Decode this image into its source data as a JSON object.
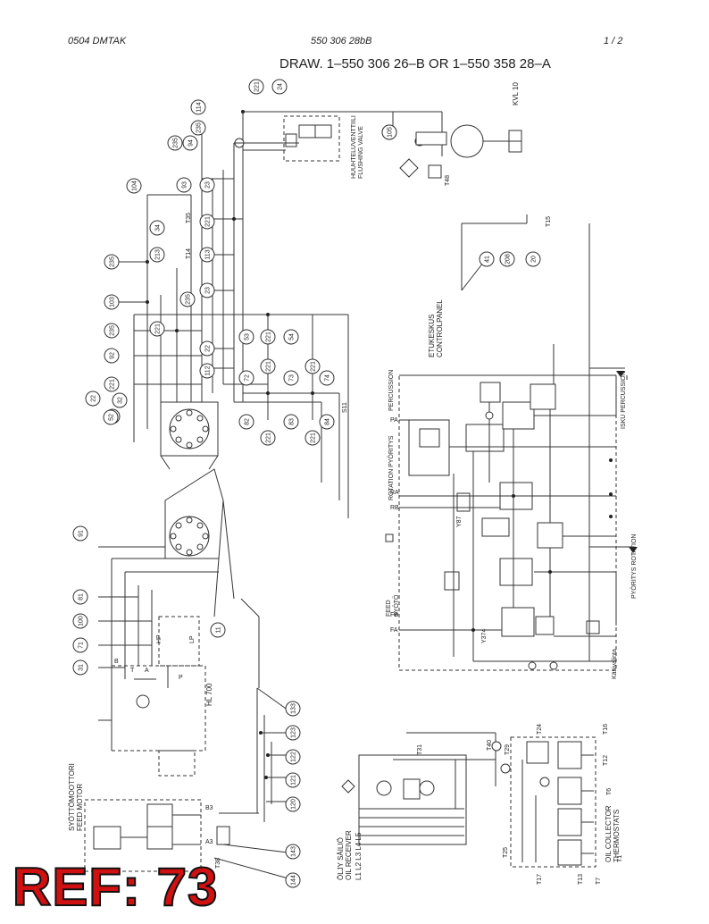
{
  "header": {
    "left": "0504  DMTAK",
    "center": "550 306 28bB",
    "right": "1 /  2"
  },
  "title": "DRAW. 1–550 306 26–B OR 1–550 358 28–A",
  "ref_stamp": "REF: 73",
  "labels": {
    "flush_fi": "HUUHTELUVENTTIILI",
    "flush_en": "FLUSHING VALVE",
    "kvl": "KVL 10",
    "control_fi": "ETUKESKUS",
    "control_en": "CONTROLPANEL",
    "percussion_fi_en": "ISKU PERCUSSION",
    "rotation_fi_en": "PYÖRITYS ROTATION",
    "rotation2": "ROTATION PYÖRITYS",
    "feed": "FEED",
    "feed2": "SYÖTÖ",
    "motor_fi": "SYÖTTÖMOOTTORI",
    "motor_en": "FEED MOTOR",
    "oil_fi": "ÖLJY SÄILIÖ",
    "oil_en": "OIL RECEIVER",
    "oil_ports": "L1 L2 L3 L4 L5",
    "collector": "OIL COLLECTOR",
    "thermostats": "THERMOSTATS",
    "hl": "HL 700",
    "hp": "HP",
    "lp": "LP",
    "percussion_small": "PERCUSSION",
    "manual": "Käsivalinta"
  },
  "bubbles": [
    "221",
    "24",
    "114",
    "235",
    "235",
    "94",
    "93",
    "23",
    "104",
    "221",
    "34",
    "213",
    "113",
    "235",
    "23",
    "235",
    "103",
    "221",
    "235",
    "22",
    "92",
    "109",
    "221",
    "112",
    "22",
    "53",
    "221",
    "54",
    "72",
    "221",
    "73",
    "221",
    "74",
    "82",
    "221",
    "83",
    "221",
    "84",
    "221",
    "32",
    "52",
    "105",
    "41",
    "208",
    "20",
    "91",
    "81",
    "100",
    "71",
    "11",
    "31",
    "133",
    "123",
    "122",
    "121",
    "120",
    "143",
    "144"
  ],
  "small_labels": [
    "T35",
    "T14",
    "T15",
    "T48",
    "T31",
    "T40",
    "T29",
    "T24",
    "T16",
    "T12",
    "T6",
    "T25",
    "T17",
    "T13",
    "T7",
    "T1",
    "T38",
    "B3",
    "A3",
    "S11",
    "PA",
    "RA",
    "RB",
    "FB",
    "FA",
    "Y87",
    "Y374",
    "A",
    "B",
    "T",
    "P"
  ]
}
